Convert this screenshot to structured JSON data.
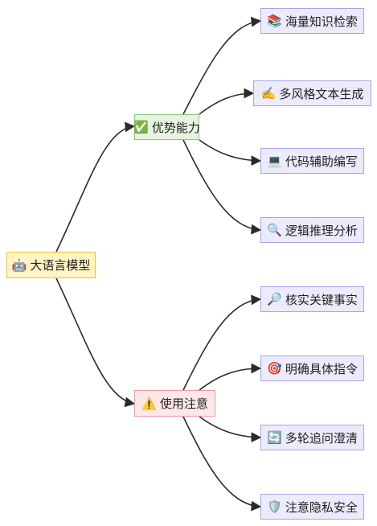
{
  "root": {
    "icon": "🤖",
    "label": "大语言模型"
  },
  "branches": [
    {
      "icon": "✅",
      "label": "优势能力",
      "style": "green",
      "leaves": [
        {
          "icon": "📚",
          "label": "海量知识检索"
        },
        {
          "icon": "✍️",
          "label": "多风格文本生成"
        },
        {
          "icon": "💻",
          "label": "代码辅助编写"
        },
        {
          "icon": "🔍",
          "label": "逻辑推理分析"
        }
      ]
    },
    {
      "icon": "⚠️",
      "label": "使用注意",
      "style": "red",
      "leaves": [
        {
          "icon": "🔎",
          "label": "核实关键事实"
        },
        {
          "icon": "🎯",
          "label": "明确具体指令"
        },
        {
          "icon": "🔄",
          "label": "多轮追问澄清"
        },
        {
          "icon": "🛡️",
          "label": "注意隐私安全"
        }
      ]
    }
  ],
  "colors": {
    "root_fill": "#fff4c4",
    "root_border": "#e8c33a",
    "green_fill": "#e6f5e1",
    "green_border": "#8cc67f",
    "red_fill": "#fde7e9",
    "red_border": "#e89aa2",
    "leaf_fill": "#ecebfb",
    "leaf_border": "#a9a3e8",
    "edge": "#2b2b2b"
  }
}
